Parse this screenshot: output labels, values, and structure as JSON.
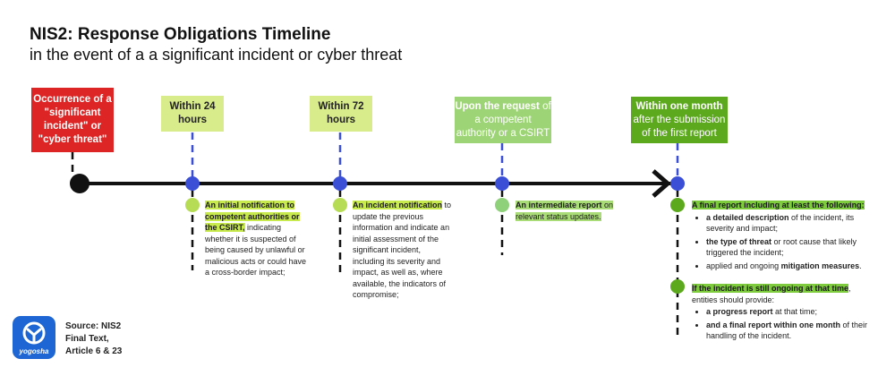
{
  "header": {
    "title": "NIS2: Response Obligations Timeline",
    "subtitle": "in the event of a a significant incident or cyber threat"
  },
  "colors": {
    "red": "#dd2525",
    "yellow_green": "#d8ec8c",
    "light_green": "#9dd475",
    "dark_green": "#5ca91e",
    "dot_blue": "#3b4fd6",
    "highlight": "#c9ea4e"
  },
  "boxes": {
    "occurrence": [
      "Occurrence of a",
      "\"significant",
      "incident\" or",
      "\"cyber threat\""
    ],
    "within_24h": [
      "Within 24",
      "hours"
    ],
    "within_72h": [
      "Within 72",
      "hours"
    ],
    "request": {
      "bold": "Upon the request",
      "rest": " of",
      "line2": "a competent",
      "line3": "authority or a CSIRT"
    },
    "month": {
      "bold": "Within one month",
      "line2": "after the submission",
      "line3": "of the first report"
    }
  },
  "descriptions": {
    "h24": {
      "highlight": "An initial notification to competent authorities or the CSIRT,",
      "text": " indicating whether it is suspected of being caused by unlawful or malicious acts or could have a cross-border impact;"
    },
    "h72": {
      "highlight": "An incident notification",
      "text": " to update the previous information and indicate an initial assessment of the significant incident, including its severity and impact, as well as, where available, the indicators of compromise;"
    },
    "request": {
      "highlight": "An intermediate report",
      "text": " on relevant status updates."
    },
    "final": {
      "highlight": "A final report including at least the following:",
      "items": [
        {
          "bold": "a detailed description",
          "text": " of the incident, its severity and impact;"
        },
        {
          "bold": "the type of threat",
          "text": " or root cause that likely triggered the incident;"
        },
        {
          "pre": "applied and ongoing ",
          "bold": "mitigation measures",
          "text": "."
        }
      ]
    },
    "ongoing": {
      "highlight": "If the incident is still ongoing at that time",
      "text": ", entities should provide:",
      "items": [
        {
          "bold": "a progress report",
          "text": " at that time;"
        },
        {
          "bold": "and a final report within one month",
          "text": " of their handling of the incident."
        }
      ]
    }
  },
  "footer": {
    "logo_text": "yogosha",
    "source_lines": [
      "Source: NIS2",
      "Final Text,",
      "Article 6 & 23"
    ]
  }
}
